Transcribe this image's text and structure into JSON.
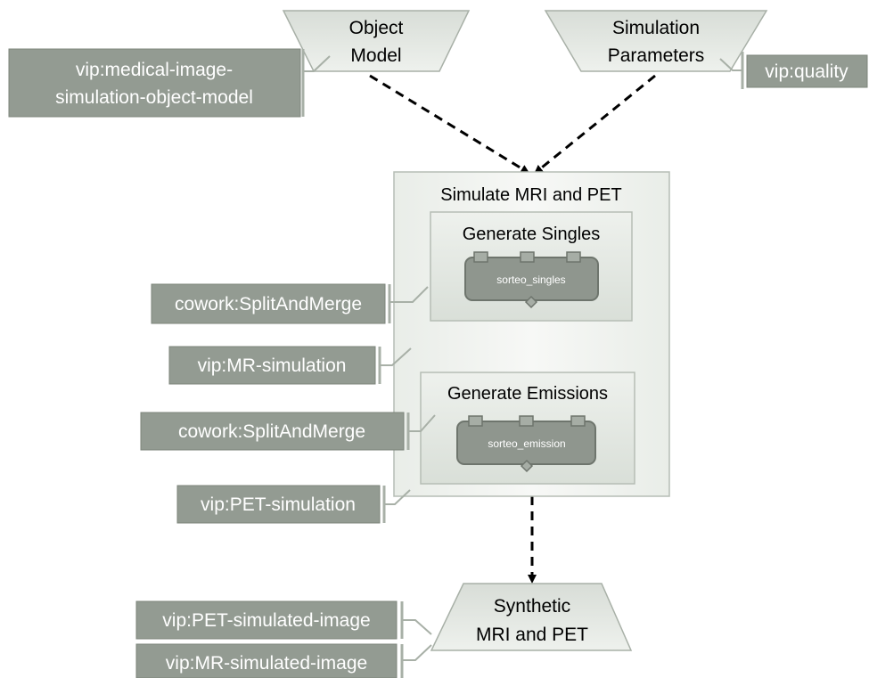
{
  "inputs": {
    "object_model": {
      "line1": "Object",
      "line2": "Model"
    },
    "simulation_parameters": {
      "line1": "Simulation",
      "line2": "Parameters"
    }
  },
  "output": {
    "line1": "Synthetic",
    "line2": "MRI and PET"
  },
  "process": {
    "title": "Simulate MRI and PET",
    "singles": {
      "title": "Generate Singles",
      "component": "sorteo_singles"
    },
    "emissions": {
      "title": "Generate Emissions",
      "component": "sorteo_emission"
    }
  },
  "annotations": {
    "object_model_type": {
      "line1": "vip:medical-image-",
      "line2": "simulation-object-model"
    },
    "quality": "vip:quality",
    "split_merge_1": "cowork:SplitAndMerge",
    "mr_simulation": "vip:MR-simulation",
    "split_merge_2": "cowork:SplitAndMerge",
    "pet_simulation": "vip:PET-simulation",
    "pet_simulated_image": "vip:PET-simulated-image",
    "mr_simulated_image": "vip:MR-simulated-image"
  },
  "colors": {
    "tag_fill": "#939b92",
    "tag_text": "#ffffff",
    "node_fill": "#dde3dc",
    "node_stroke": "#a8b0a7",
    "component_fill": "#8f968e",
    "component_stroke": "#6e756d"
  }
}
